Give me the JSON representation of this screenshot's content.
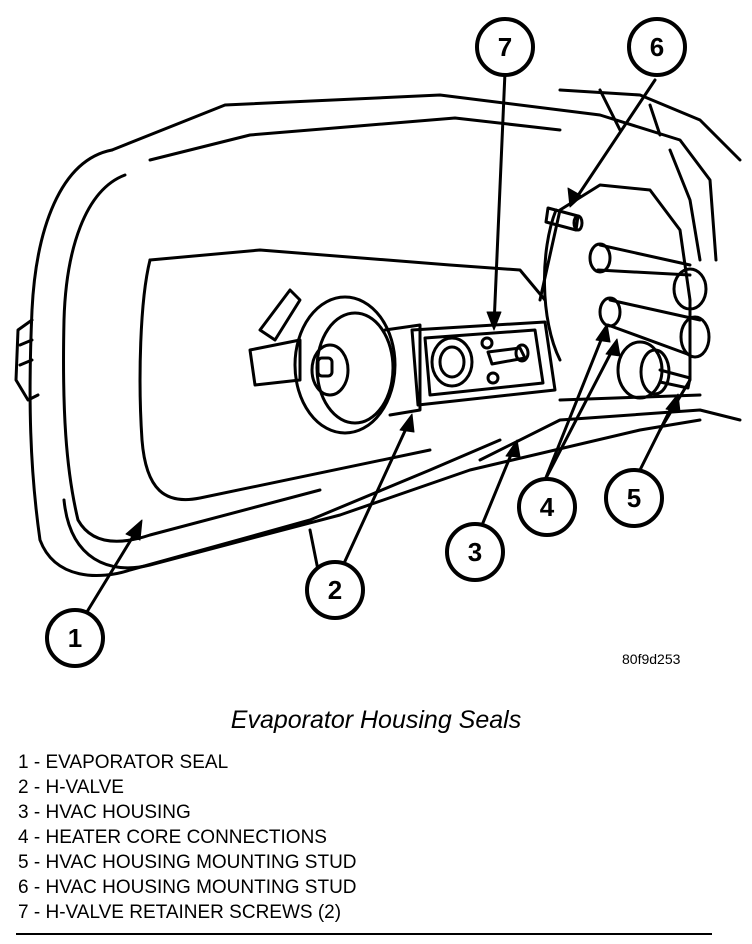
{
  "figure_code": "80f9d253",
  "caption": "Evaporator Housing Seals",
  "callouts": [
    "1",
    "2",
    "3",
    "4",
    "5",
    "6",
    "7"
  ],
  "legend": [
    {
      "num": "1",
      "label": "EVAPORATOR SEAL"
    },
    {
      "num": "2",
      "label": "H-VALVE"
    },
    {
      "num": "3",
      "label": "HVAC HOUSING"
    },
    {
      "num": "4",
      "label": "HEATER CORE CONNECTIONS"
    },
    {
      "num": "5",
      "label": "HVAC HOUSING MOUNTING STUD"
    },
    {
      "num": "6",
      "label": "HVAC HOUSING MOUNTING STUD"
    },
    {
      "num": "7",
      "label": "H-VALVE RETAINER SCREWS (2)"
    }
  ],
  "legend_separator": " - "
}
